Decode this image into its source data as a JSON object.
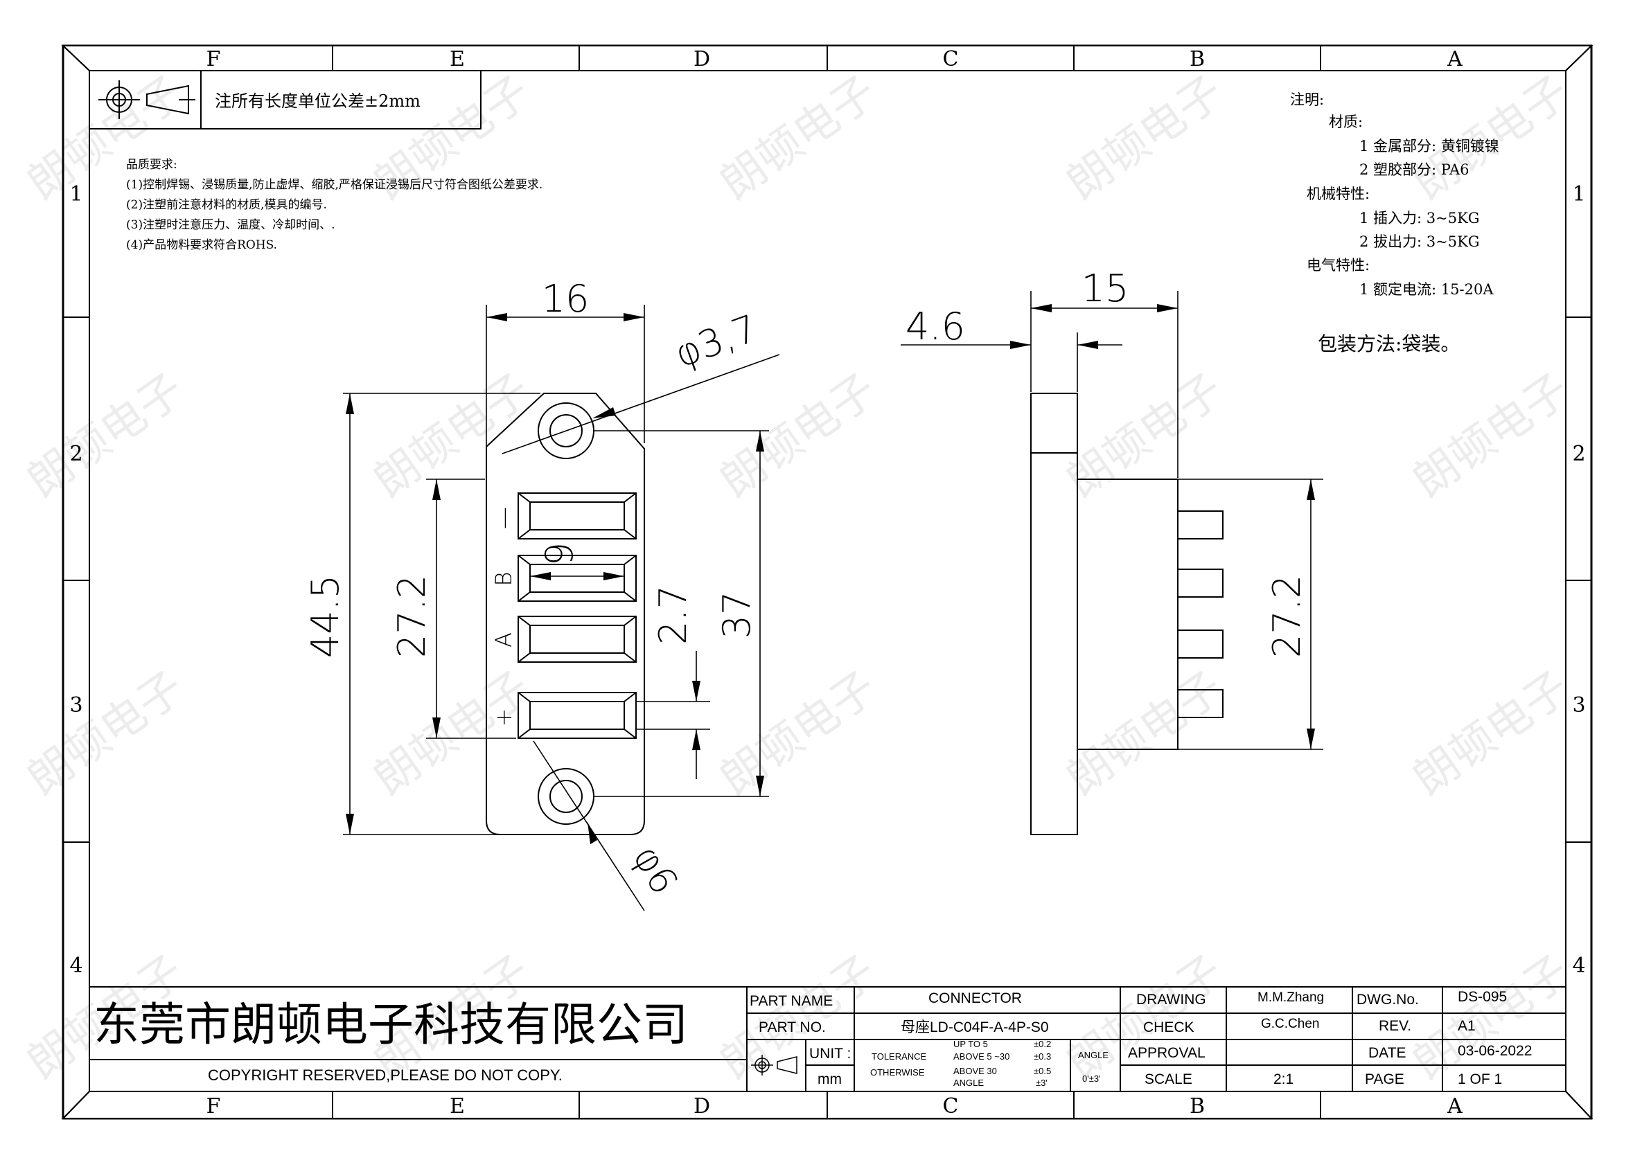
{
  "frame": {
    "columns": [
      "F",
      "E",
      "D",
      "C",
      "B",
      "A"
    ],
    "rows": [
      "1",
      "2",
      "3",
      "4"
    ]
  },
  "watermark_text": "朗顿电子",
  "tolerance_note": "注所有长度单位公差±2mm",
  "quality": {
    "title": "品质要求:",
    "lines": [
      "(1)控制焊锡、浸锡质量,防止虚焊、缩胶,严格保证浸锡后尺寸符合图纸公差要求.",
      "(2)注塑前注意材料的材质,模具的编号.",
      "(3)注塑时注意压力、温度、冷却时间、.",
      "(4)产品物料要求符合ROHS."
    ]
  },
  "notes": {
    "title": "注明:",
    "material_title": "材质:",
    "material": [
      "1 金属部分: 黄铜镀镍",
      "2 塑胶部分: PA6"
    ],
    "mech_title": "机械特性:",
    "mech": [
      "1 插入力: 3~5KG",
      "2 拔出力: 3~5KG"
    ],
    "elec_title": "电气特性:",
    "elec": [
      "1 额定电流: 15-20A"
    ],
    "packing": "包装方法:袋装。"
  },
  "front_view": {
    "dim_width": "16",
    "dim_hole": "φ3,7",
    "dim_height": "44.5",
    "dim_slots": "27.2",
    "dim_pitch": "37",
    "dim_gap": "2.7",
    "dim_slot_w": "9",
    "dim_boss": "φ6",
    "pin_labels": [
      "—",
      "B",
      "A",
      "+"
    ]
  },
  "side_view": {
    "dim_depth": "15",
    "dim_flange": "4.6",
    "dim_pins": "27.2"
  },
  "title_block": {
    "company": "东莞市朗顿电子科技有限公司",
    "copyright": "COPYRIGHT RESERVED,PLEASE DO NOT COPY.",
    "part_name_label": "PART NAME",
    "part_name": "CONNECTOR",
    "part_no_label": "PART NO.",
    "part_no": "母座LD-C04F-A-4P-S0",
    "unit_label": "UNIT :",
    "unit": "mm",
    "tolerance_label": "TOLERANCE",
    "otherwise_label": "OTHERWISE",
    "tol_rows": [
      "UP TO 5",
      "ABOVE 5 ~30",
      "ABOVE 30",
      "ANGLE"
    ],
    "tol_vals": [
      "±0.2",
      "±0.3",
      "±0.5",
      "±3'"
    ],
    "angle_label": "ANGLE",
    "angle_val": "0'±3'",
    "drawing_label": "DRAWING",
    "drawing": "M.M.Zhang",
    "check_label": "CHECK",
    "check": "G.C.Chen",
    "approval_label": "APPROVAL",
    "approval": "",
    "scale_label": "SCALE",
    "scale": "2:1",
    "dwg_label": "DWG.No.",
    "dwg": "DS-095",
    "rev_label": "REV.",
    "rev": "A1",
    "date_label": "DATE",
    "date": "03-06-2022",
    "page_label": "PAGE",
    "page": "1 OF 1"
  }
}
